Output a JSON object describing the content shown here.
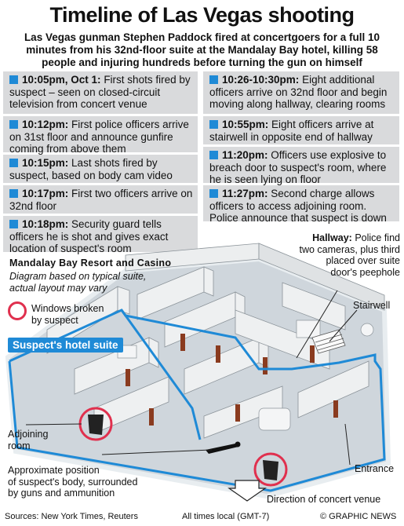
{
  "title": "Timeline of Las Vegas shooting",
  "subtitle": "Las Vegas gunman Stephen Paddock fired at concertgoers for a full 10 minutes from his 32nd-floor suite at the Mandalay Bay hotel, killing 58 people and injuring hundreds before turning the gun on himself",
  "timeline_left": [
    {
      "time": "10:05pm, Oct 1:",
      "text": "First shots fired by suspect – seen on closed-circuit television from concert venue"
    },
    {
      "time": "10:12pm:",
      "text": "First police officers arrive on 31st floor and announce gunfire coming from above them"
    },
    {
      "time": "10:15pm:",
      "text": "Last shots fired by suspect, based on body cam video"
    },
    {
      "time": "10:17pm:",
      "text": "First two officers arrive on 32nd floor"
    },
    {
      "time": "10:18pm:",
      "text": "Security guard tells officers he is shot and gives exact location of suspect's room"
    }
  ],
  "timeline_right": [
    {
      "time": "10:26-10:30pm:",
      "text": "Eight additional officers arrive on 32nd floor and begin moving along hallway, clearing rooms"
    },
    {
      "time": "10:55pm:",
      "text": "Eight officers arrive at stairwell in opposite end of hallway"
    },
    {
      "time": "11:20pm:",
      "text": "Officers use explosive to breach door to suspect's room, where he is seen lying on floor"
    },
    {
      "time": "11:27pm:",
      "text": "Second charge allows officers to access adjoining room. Police announce that suspect is down"
    }
  ],
  "diagram": {
    "heading": "Mandalay Bay Resort and Casino",
    "note_line1": "Diagram based on typical suite,",
    "note_line2": "actual layout may vary",
    "legend_windows_line1": "Windows broken",
    "legend_windows_line2": "by suspect",
    "suite_label": "Suspect's hotel suite",
    "hallway_title": "Hallway:",
    "hallway_text_line1": "Police find",
    "hallway_text_line2": "two cameras, plus third",
    "hallway_text_line3": "placed over suite",
    "hallway_text_line4": "door's peephole",
    "stairwell": "Stairwell",
    "adjoining_line1": "Adjoining",
    "adjoining_line2": "room",
    "body_line1": "Approximate position",
    "body_line2": "of suspect's body, surrounded",
    "body_line3": "by guns and ammunition",
    "entrance": "Entrance",
    "direction": "Direction of concert venue"
  },
  "footer": {
    "sources": "Sources: New York Times, Reuters",
    "time_note": "All times local (GMT-7)",
    "credit": "© GRAPHIC NEWS"
  },
  "colors": {
    "accent": "#1f8ad6",
    "highlight": "#e0304e",
    "panel": "#d9dadc"
  }
}
